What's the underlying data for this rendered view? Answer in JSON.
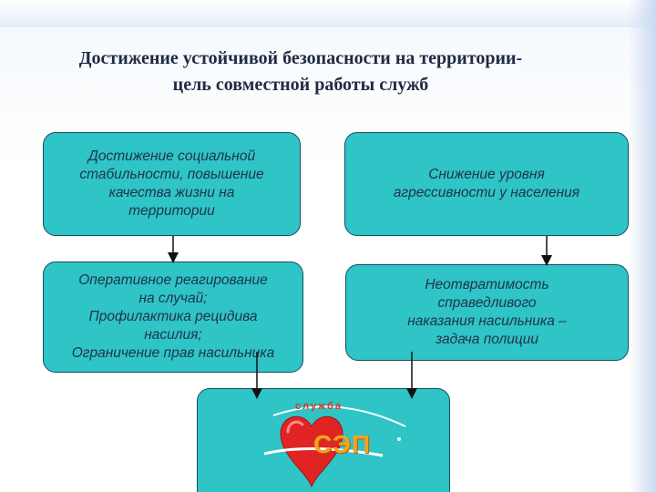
{
  "title": {
    "line1": "Достижение устойчивой безопасности на территории-",
    "line2": "цель совместной работы служб"
  },
  "boxes": {
    "social": [
      "Достижение социальной",
      "стабильности, повышение",
      "качества жизни на",
      "территории"
    ],
    "aggression": [
      "Снижение уровня",
      "агрессивности у населения"
    ],
    "response": [
      "Оперативное реагирование",
      "на случай;",
      "Профилактика рецидива",
      "насилия;",
      "Ограничение прав насильника"
    ],
    "punishment": [
      "Неотвратимость",
      "справедливого",
      "наказания насильника –",
      "задача полиции"
    ]
  },
  "logo": {
    "arc_text": "служба",
    "main_text": "СЭП"
  },
  "colors": {
    "box_fill": "#2fc4c6",
    "box_border": "#1a4b63",
    "heart": "#e02424",
    "logo_orange": "#f6a21e"
  }
}
